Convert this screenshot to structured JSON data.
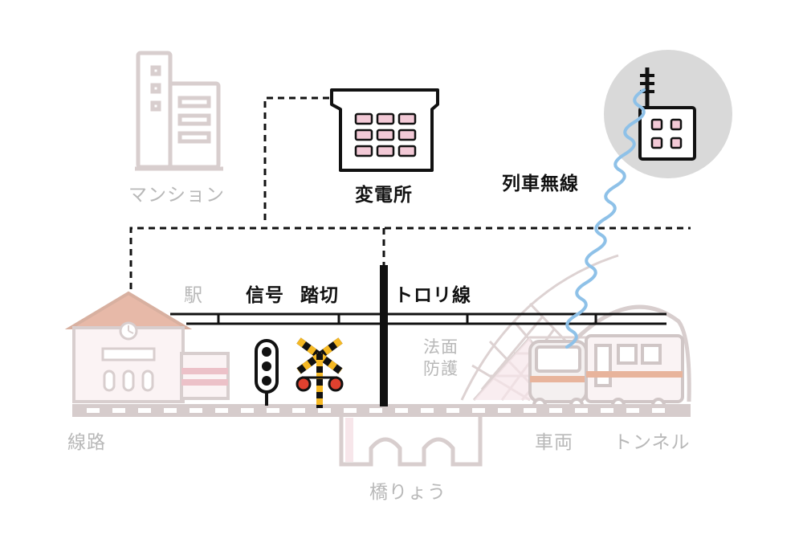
{
  "labels": {
    "mansion": "マンション",
    "substation": "変電所",
    "train_radio": "列車無線",
    "station": "駅",
    "signal": "信号",
    "crossing": "踏切",
    "trolley_wire": "トロリ線",
    "slope_line1": "法面",
    "slope_line2": "防護",
    "track": "線路",
    "vehicle": "車両",
    "tunnel": "トンネル",
    "bridge": "橋りょう"
  },
  "colors": {
    "dark": "#111111",
    "faded": "#d6cccc",
    "faded_text": "#b8b8b8",
    "pink": "#f2c9d6",
    "radio_wave": "#8ec1e8",
    "radio_circle": "#d9d9d9",
    "crossing_yellow": "#f5b823",
    "crossing_red": "#e0412f",
    "roof": "#e7b9a8"
  },
  "icons": [
    "building-icon",
    "substation-icon",
    "radio-tower-icon",
    "station-icon",
    "signal-icon",
    "railroad-crossing-icon",
    "trolley-pole-icon",
    "slope-protection-icon",
    "train-icon",
    "tunnel-icon",
    "bridge-icon",
    "track-icon"
  ]
}
